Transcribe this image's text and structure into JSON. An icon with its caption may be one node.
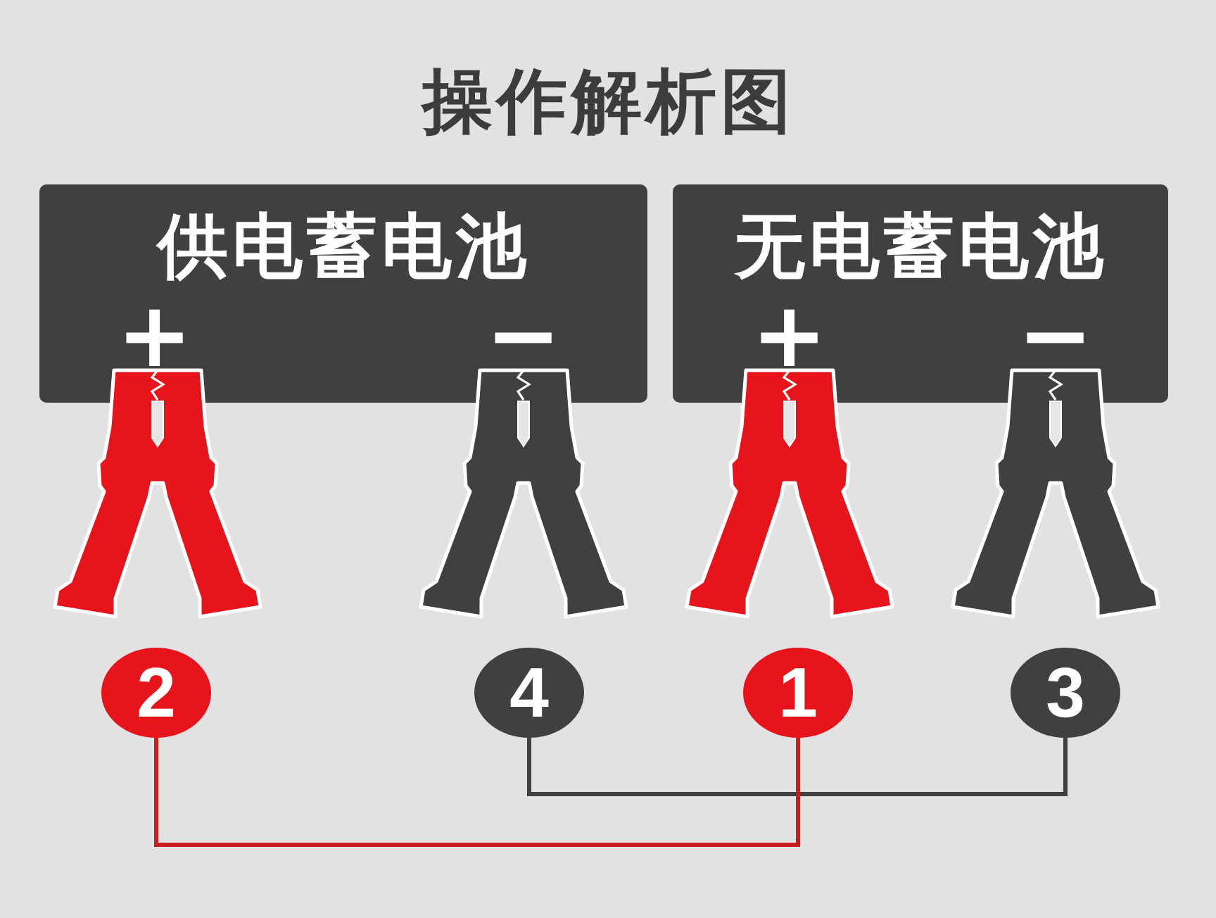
{
  "diagram": {
    "title": "操作解析图",
    "nodes": [
      {
        "text": [
          "供电蓄电池",
          "+",
          "−"
        ]
      },
      {
        "text": [
          "无电蓄电池",
          "+",
          "−"
        ]
      },
      {
        "text": [
          "2"
        ]
      },
      {
        "text": [
          "4"
        ]
      },
      {
        "text": [
          "1"
        ]
      },
      {
        "text": [
          "3"
        ]
      }
    ],
    "edges": [
      {
        "from": 2,
        "to": 4,
        "arrow": "none",
        "color": "#c81e1e"
      },
      {
        "from": 3,
        "to": 5,
        "arrow": "none",
        "color": "#404040"
      }
    ]
  }
}
